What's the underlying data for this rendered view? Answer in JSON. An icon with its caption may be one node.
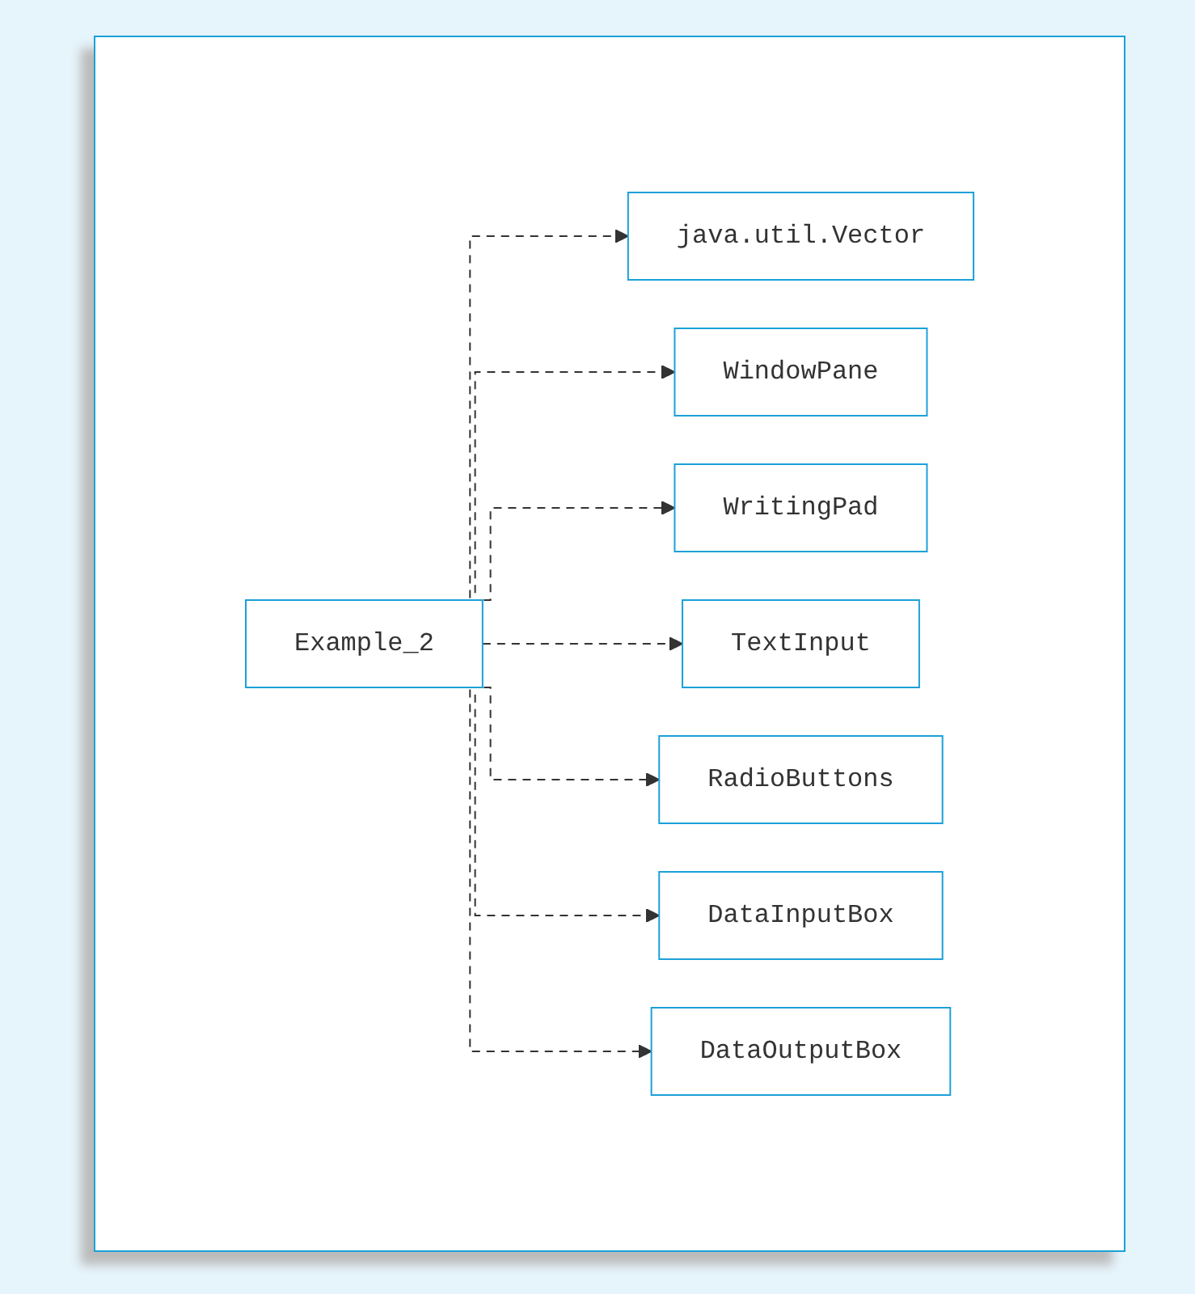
{
  "diagram": {
    "nodes": [
      {
        "text": [
          "Example_2"
        ]
      },
      {
        "text": [
          "java.util.Vector"
        ]
      },
      {
        "text": [
          "WindowPane"
        ]
      },
      {
        "text": [
          "WritingPad"
        ]
      },
      {
        "text": [
          "TextInput"
        ]
      },
      {
        "text": [
          "RadioButtons"
        ]
      },
      {
        "text": [
          "DataInputBox"
        ]
      },
      {
        "text": [
          "DataOutputBox"
        ]
      }
    ],
    "edges": [
      {
        "from": 0,
        "to": 1,
        "arrow": "to",
        "style": "dashed"
      },
      {
        "from": 0,
        "to": 2,
        "arrow": "to",
        "style": "dashed"
      },
      {
        "from": 0,
        "to": 3,
        "arrow": "to",
        "style": "dashed"
      },
      {
        "from": 0,
        "to": 4,
        "arrow": "to",
        "style": "dashed"
      },
      {
        "from": 0,
        "to": 5,
        "arrow": "to",
        "style": "dashed"
      },
      {
        "from": 0,
        "to": 6,
        "arrow": "to",
        "style": "dashed"
      },
      {
        "from": 0,
        "to": 7,
        "arrow": "to",
        "style": "dashed"
      }
    ]
  }
}
